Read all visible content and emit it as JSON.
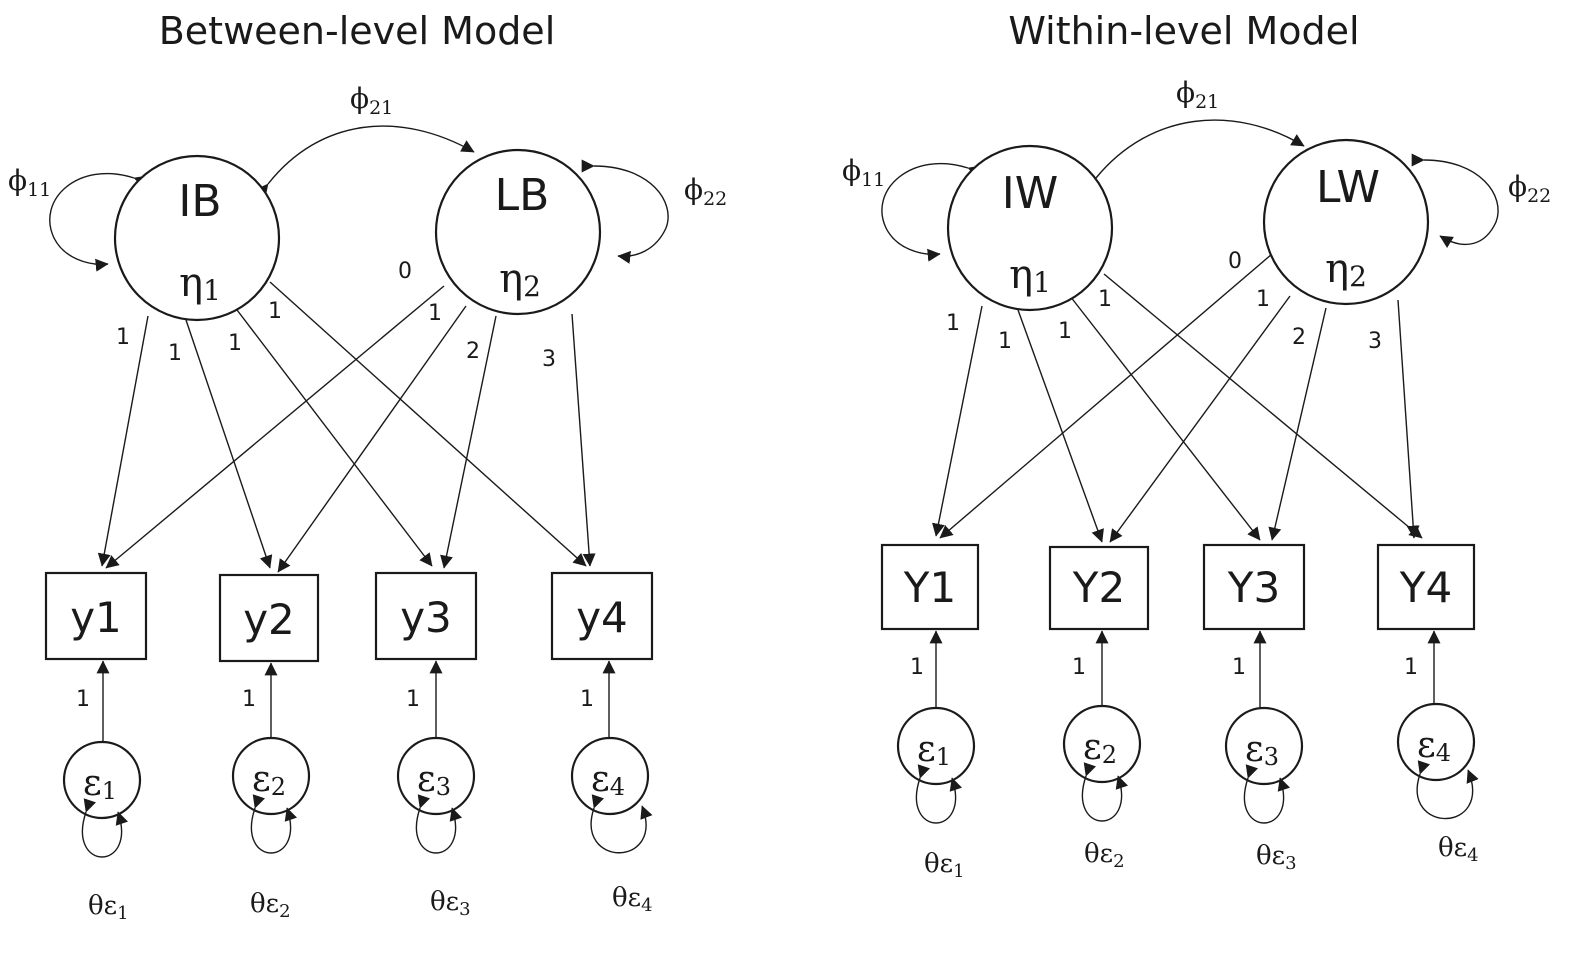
{
  "panels": [
    {
      "title": "Between-level Model",
      "latents": [
        {
          "name": "IB",
          "symbol": "η",
          "sub": "1"
        },
        {
          "name": "LB",
          "symbol": "η",
          "sub": "2"
        }
      ],
      "indicators": [
        "y1",
        "y2",
        "y3",
        "y4"
      ],
      "errors": [
        {
          "symbol": "ε",
          "sub": "1"
        },
        {
          "symbol": "ε",
          "sub": "2"
        },
        {
          "symbol": "ε",
          "sub": "3"
        },
        {
          "symbol": "ε",
          "sub": "4"
        }
      ],
      "intercept_loadings": [
        "1",
        "1",
        "1",
        "1"
      ],
      "slope_loadings": [
        "0",
        "1",
        "2",
        "3"
      ],
      "error_loadings": [
        "1",
        "1",
        "1",
        "1"
      ],
      "phi_11": {
        "symbol": "ϕ",
        "sub": "11"
      },
      "phi_21": {
        "symbol": "ϕ",
        "sub": "21"
      },
      "phi_22": {
        "symbol": "ϕ",
        "sub": "22"
      },
      "thetas": [
        {
          "symbol": "θε",
          "sub": "1"
        },
        {
          "symbol": "θε",
          "sub": "2"
        },
        {
          "symbol": "θε",
          "sub": "3"
        },
        {
          "symbol": "θε",
          "sub": "4"
        }
      ]
    },
    {
      "title": "Within-level Model",
      "latents": [
        {
          "name": "IW",
          "symbol": "η",
          "sub": "1"
        },
        {
          "name": "LW",
          "symbol": "η",
          "sub": "2"
        }
      ],
      "indicators": [
        "Y1",
        "Y2",
        "Y3",
        "Y4"
      ],
      "errors": [
        {
          "symbol": "ε",
          "sub": "1"
        },
        {
          "symbol": "ε",
          "sub": "2"
        },
        {
          "symbol": "ε",
          "sub": "3"
        },
        {
          "symbol": "ε",
          "sub": "4"
        }
      ],
      "intercept_loadings": [
        "1",
        "1",
        "1",
        "1"
      ],
      "slope_loadings": [
        "0",
        "1",
        "2",
        "3"
      ],
      "error_loadings": [
        "1",
        "1",
        "1",
        "1"
      ],
      "phi_11": {
        "symbol": "ϕ",
        "sub": "11"
      },
      "phi_21": {
        "symbol": "ϕ",
        "sub": "21"
      },
      "phi_22": {
        "symbol": "ϕ",
        "sub": "22"
      },
      "thetas": [
        {
          "symbol": "θε",
          "sub": "1"
        },
        {
          "symbol": "θε",
          "sub": "2"
        },
        {
          "symbol": "θε",
          "sub": "3"
        },
        {
          "symbol": "θε",
          "sub": "4"
        }
      ]
    }
  ]
}
